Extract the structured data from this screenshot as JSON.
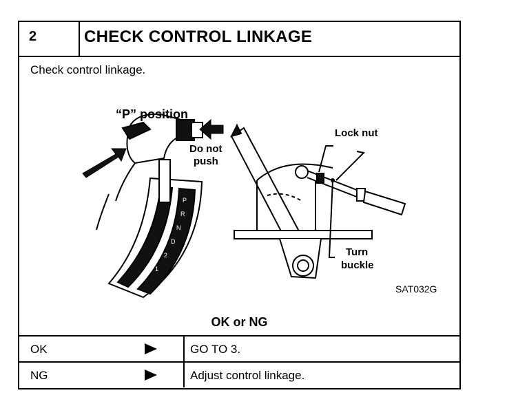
{
  "header": {
    "step_number": "2",
    "title": "CHECK CONTROL LINKAGE"
  },
  "instruction": "Check control linkage.",
  "figure": {
    "position_label": "“P” position",
    "do_not_push_line1": "Do not",
    "do_not_push_line2": "push",
    "lock_nut_label": "Lock nut",
    "turn_buckle_line1": "Turn",
    "turn_buckle_line2": "buckle",
    "figure_code": "SAT032G",
    "gear_letters": [
      "P",
      "R",
      "N",
      "D",
      "2",
      "1"
    ]
  },
  "question": "OK or NG",
  "results": [
    {
      "condition": "OK",
      "action": "GO TO 3."
    },
    {
      "condition": "NG",
      "action": "Adjust control linkage."
    }
  ]
}
